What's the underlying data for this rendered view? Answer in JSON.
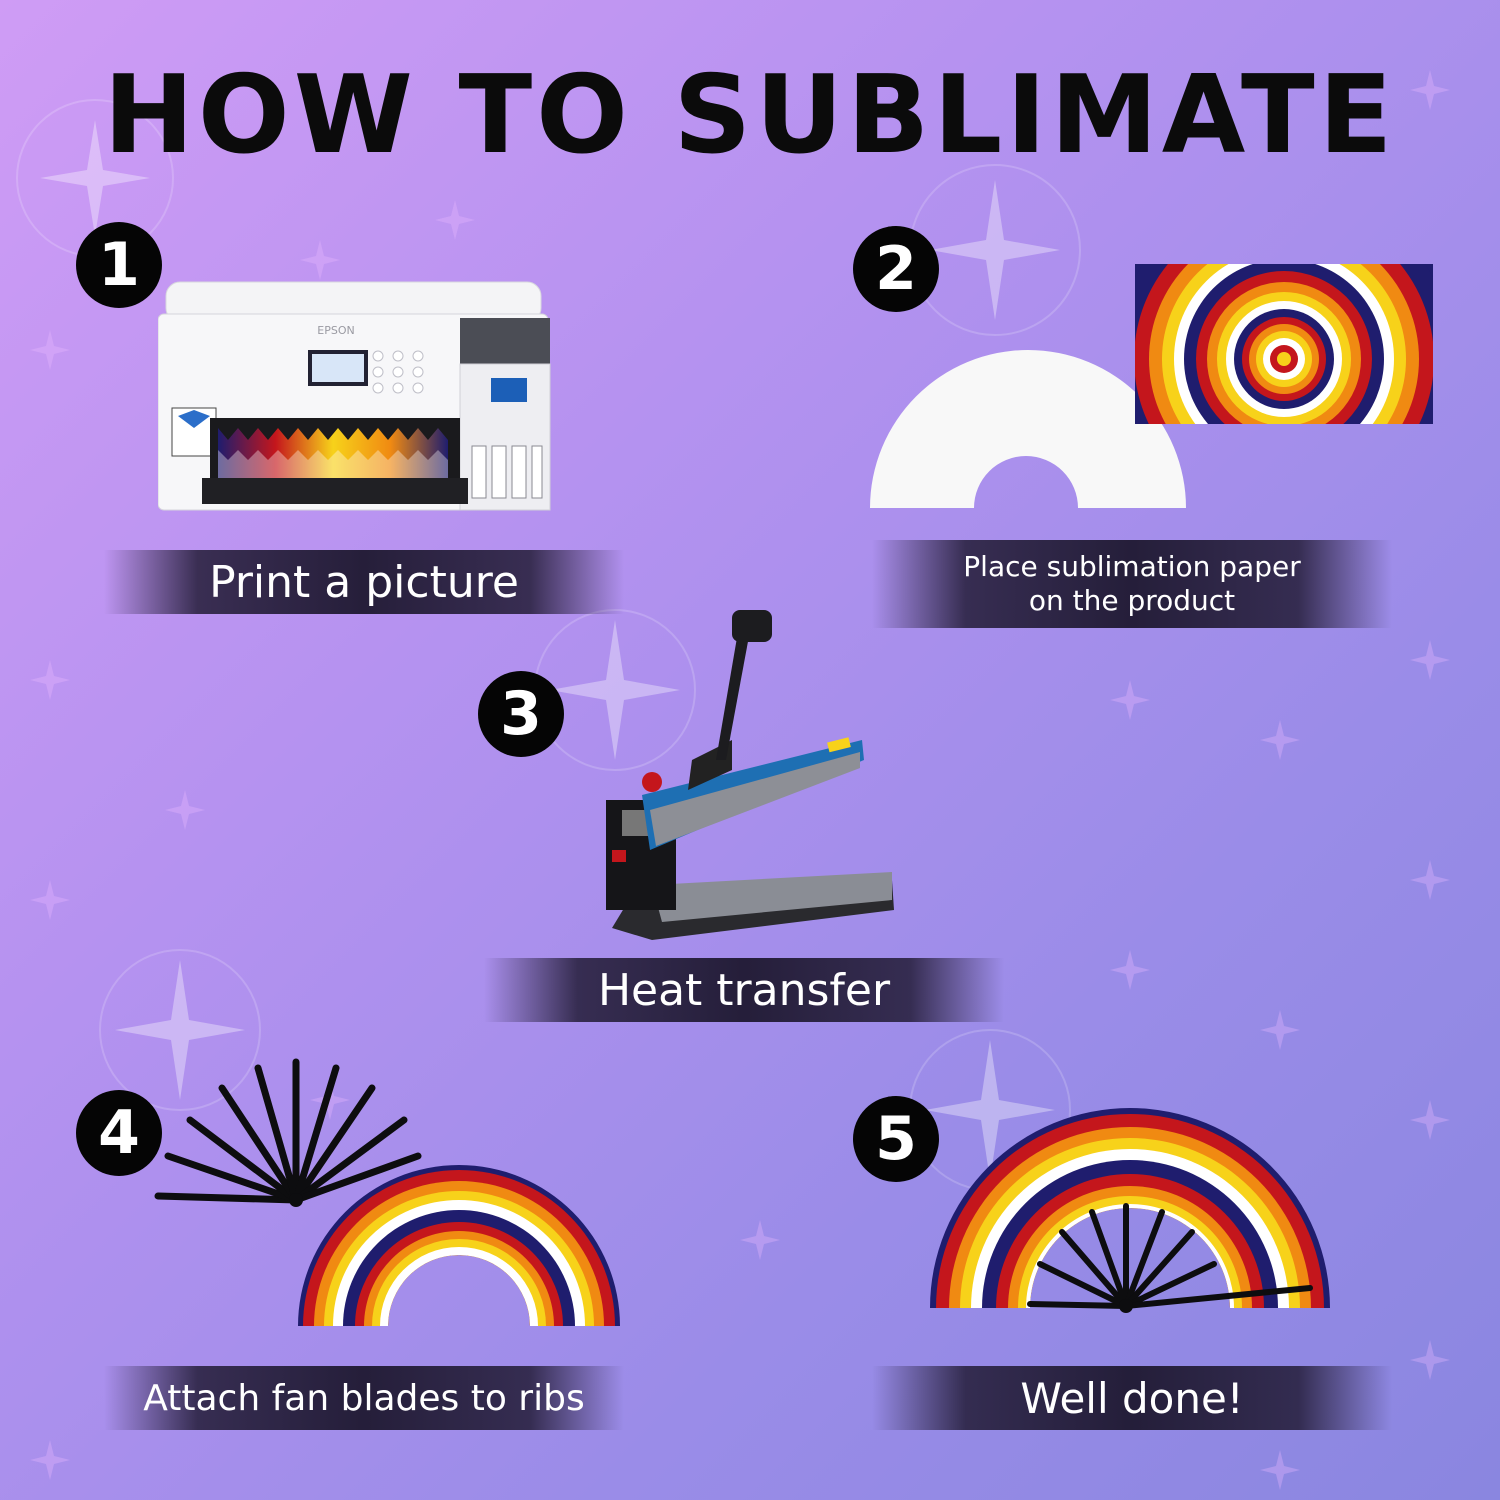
{
  "title": "HOW TO SUBLIMATE",
  "steps": [
    {
      "number": "1",
      "label": "Print a picture",
      "icon": "printer-icon"
    },
    {
      "number": "2",
      "label_line1": "Place sublimation paper",
      "label_line2": "on the product",
      "icon": "fan-blank-icon"
    },
    {
      "number": "3",
      "label": "Heat transfer",
      "icon": "heat-press-icon"
    },
    {
      "number": "4",
      "label": "Attach fan blades to ribs",
      "icon": "fan-ribs-icon"
    },
    {
      "number": "5",
      "label": "Well done!",
      "icon": "finished-fan-icon"
    }
  ],
  "printer_brand": "EPSON",
  "colors": {
    "background_start": "#cf9cf5",
    "background_end": "#8a86e0",
    "badge": "#050505",
    "pattern_navy": "#1f1d6e",
    "pattern_red": "#c4161c",
    "pattern_orange": "#f08a12",
    "pattern_yellow": "#f7d21a"
  }
}
